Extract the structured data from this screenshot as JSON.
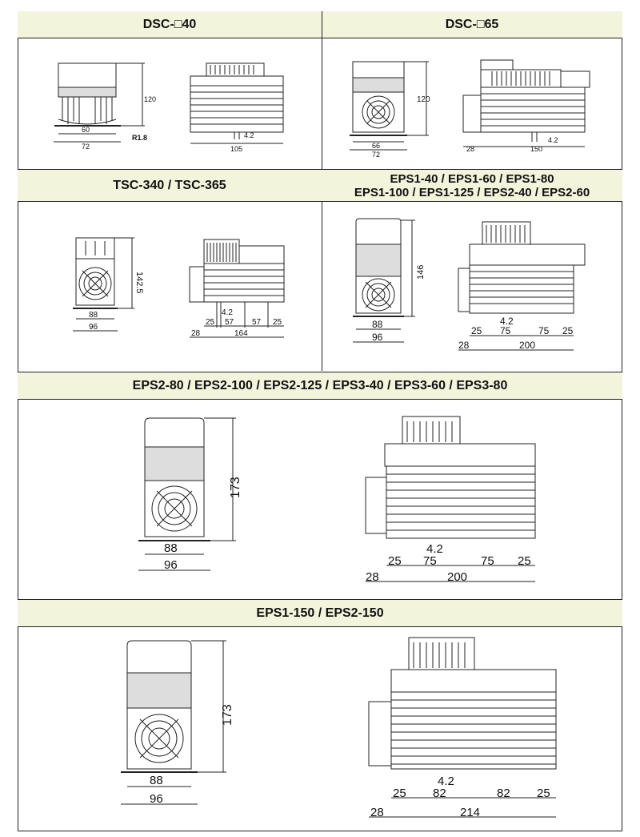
{
  "sections": {
    "dsc40": {
      "title": "DSC-□40"
    },
    "dsc65": {
      "title": "DSC-□65"
    },
    "tsc": {
      "title": "TSC-340 / TSC-365"
    },
    "eps_small": {
      "title_line1": "EPS1-40 / EPS1-60 / EPS1-80",
      "title_line2": "EPS1-100 / EPS1-125 / EPS2-40 / EPS2-60"
    },
    "eps_mid": {
      "title": "EPS2-80 / EPS2-100 / EPS2-125 / EPS3-40 / EPS3-60 / EPS3-80"
    },
    "eps_large": {
      "title": "EPS1-150 / EPS2-150"
    }
  },
  "dims": {
    "dsc40": {
      "height": "120",
      "inner_w": "60",
      "outer_w": "72",
      "radius": "R1.8",
      "hole": "4.2",
      "depth": "105"
    },
    "dsc65": {
      "height": "120",
      "inner_w": "66",
      "outer_w": "72",
      "hole": "4.2",
      "offset": "28",
      "depth": "150"
    },
    "tsc": {
      "height": "142.5",
      "inner_w": "88",
      "outer_w": "96",
      "hole": "4.2",
      "m1": "25",
      "m2": "57",
      "m3": "57",
      "m4": "25",
      "offset": "28",
      "depth": "164"
    },
    "eps_small": {
      "height": "146",
      "inner_w": "88",
      "outer_w": "96",
      "hole": "4.2",
      "m1": "25",
      "m2": "75",
      "m3": "75",
      "m4": "25",
      "offset": "28",
      "depth": "200"
    },
    "eps_mid": {
      "height": "173",
      "inner_w": "88",
      "outer_w": "96",
      "hole": "4.2",
      "m1": "25",
      "m2": "75",
      "m3": "75",
      "m4": "25",
      "offset": "28",
      "depth": "200"
    },
    "eps_large": {
      "height": "173",
      "inner_w": "88",
      "outer_w": "96",
      "hole": "4.2",
      "m1": "25",
      "m2": "82",
      "m3": "82",
      "m4": "25",
      "offset": "28",
      "depth": "214"
    }
  }
}
